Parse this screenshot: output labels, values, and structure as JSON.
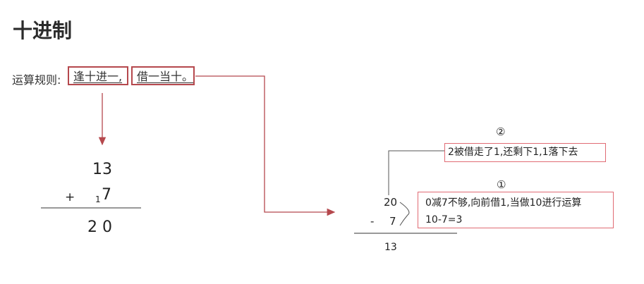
{
  "title": "十进制",
  "rule": {
    "label": "运算规则:",
    "carry": "逢十进一,",
    "borrow": "借一当十。"
  },
  "addition": {
    "top": "13",
    "operator": "+",
    "carry_mark": "1",
    "bottom": "7",
    "result": "2 0"
  },
  "subtraction": {
    "top": "20",
    "operator": "-",
    "bottom": "7",
    "result": "13"
  },
  "notes": [
    {
      "marker": "②",
      "text": "2被借走了1,还剩下1,1落下去"
    },
    {
      "marker": "①",
      "line1_pre": "0减7不够,向前",
      "line1_highlight": "借1,当做10",
      "line1_post": "进行运算",
      "line2": "10-7=3"
    }
  ],
  "colors": {
    "accent": "#b5484d",
    "note_border": "#e06b74"
  }
}
